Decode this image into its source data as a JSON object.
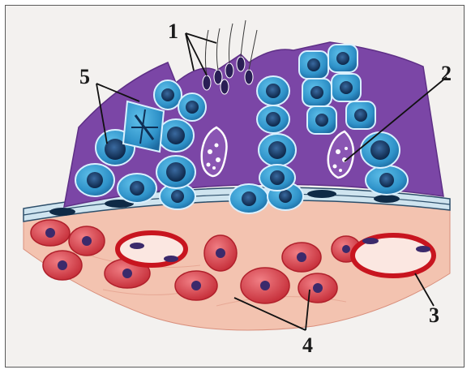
{
  "labels": {
    "l1": "1",
    "l2": "2",
    "l3": "3",
    "l4": "4",
    "l5": "5"
  },
  "colors": {
    "lumen_purple": "#7b46a6",
    "germ_cell_blue": "#2f92c9",
    "nucleus_dark": "#0f2f55",
    "interstitial_tissue": "#f3c3b0",
    "leydig_cell_red": "#d8414a",
    "capillary_wall": "#c8151f"
  }
}
